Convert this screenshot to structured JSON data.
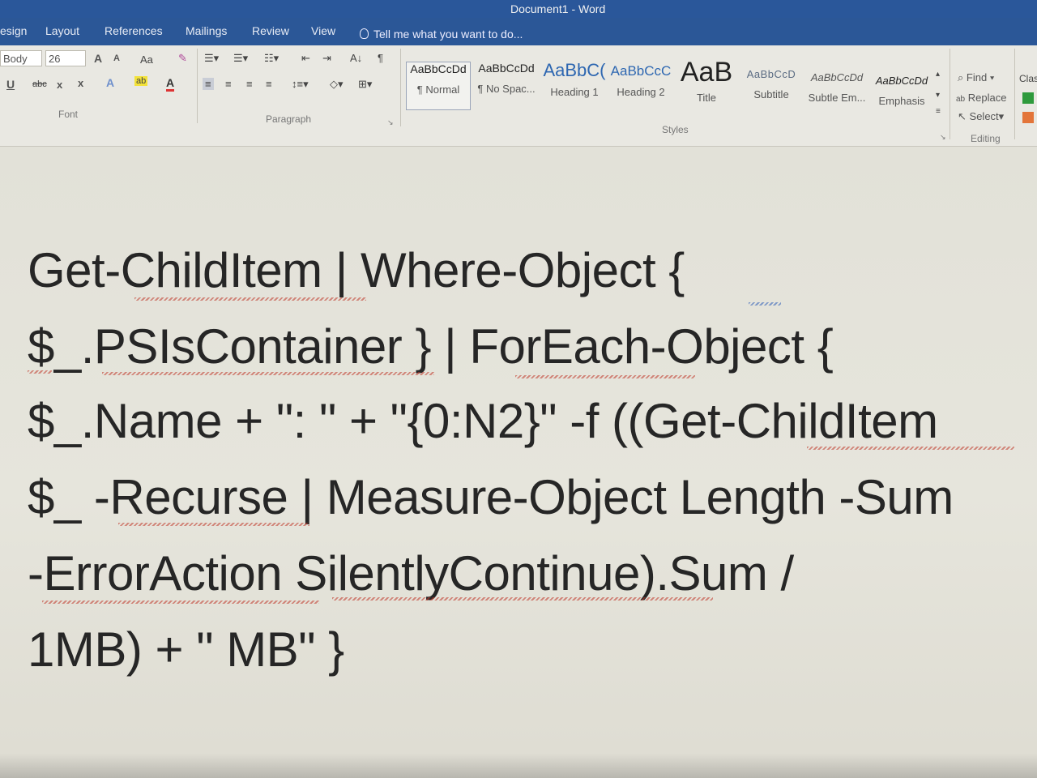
{
  "window": {
    "title": "Document1 - Word"
  },
  "tabs": [
    "esign",
    "Layout",
    "References",
    "Mailings",
    "Review",
    "View"
  ],
  "tell_me": "Tell me what you want to do...",
  "ribbon": {
    "font": {
      "name_value": "Body",
      "size_value": "26",
      "grow": "A",
      "shrink": "A",
      "case": "Aa",
      "underline": "U",
      "strike": "abc",
      "subscript": "x",
      "superscript": "x",
      "text_effects": "A",
      "highlight": "ab",
      "font_color": "A",
      "group_label": "Font"
    },
    "paragraph": {
      "group_label": "Paragraph",
      "sort": "A↓",
      "pilcrow": "¶"
    },
    "styles": {
      "group_label": "Styles",
      "items": [
        {
          "sample": "AaBbCcDd",
          "name": "¶ Normal"
        },
        {
          "sample": "AaBbCcDd",
          "name": "¶ No Spac..."
        },
        {
          "sample": "AaBbC(",
          "name": "Heading 1"
        },
        {
          "sample": "AaBbCcC",
          "name": "Heading 2"
        },
        {
          "sample": "AaB",
          "name": "Title"
        },
        {
          "sample": "AaBbCcD",
          "name": "Subtitle"
        },
        {
          "sample": "AaBbCcDd",
          "name": "Subtle Em..."
        },
        {
          "sample": "AaBbCcDd",
          "name": "Emphasis"
        }
      ]
    },
    "editing": {
      "group_label": "Editing",
      "find": "Find",
      "replace": "Replace",
      "select": "Select"
    },
    "clas_label": "Clas"
  },
  "document": {
    "lines": [
      "Get-ChildItem | Where-Object {",
      "$_.PSIsContainer } | ForEach-Object {",
      "$_.Name + \": \" + \"{0:N2}\" -f ((Get-ChildItem",
      "$_ -Recurse | Measure-Object Length -Sum",
      "-ErrorAction SilentlyContinue).Sum /",
      "1MB) + \" MB\" }"
    ]
  }
}
